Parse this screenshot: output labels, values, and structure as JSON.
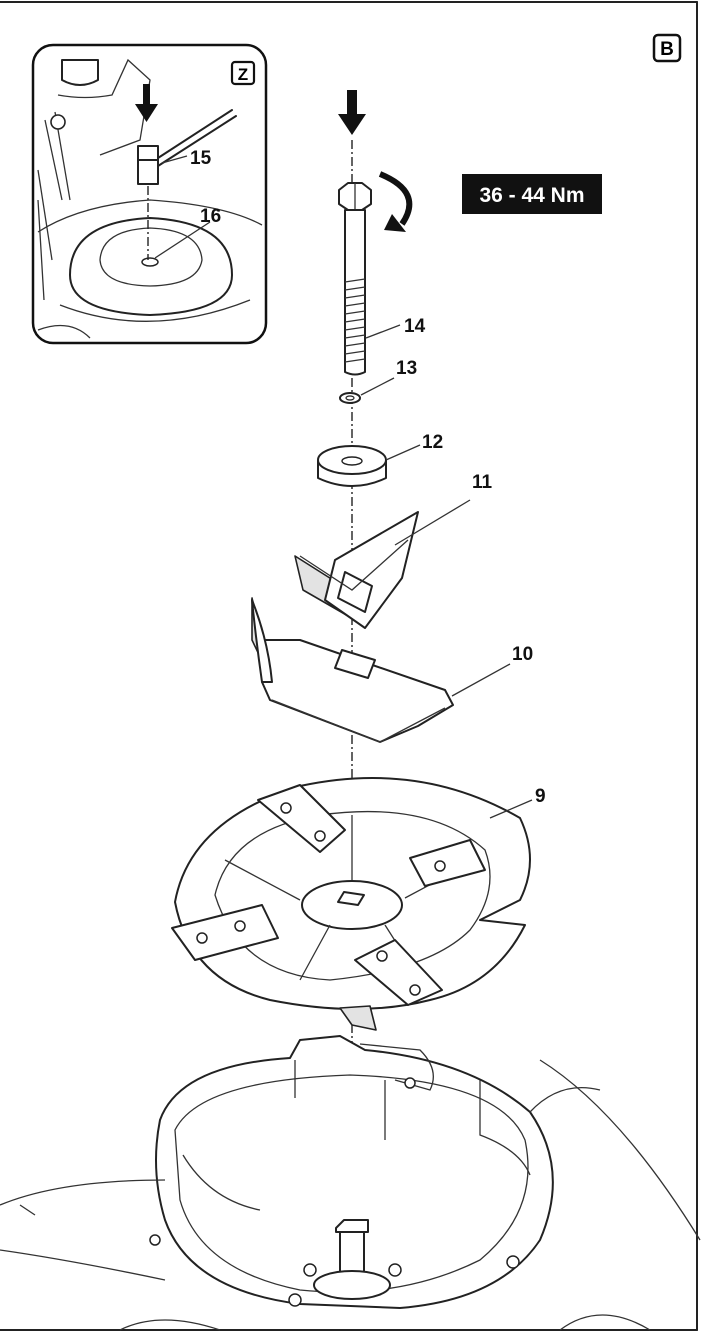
{
  "figure": {
    "panel_letter": "B",
    "inset_letter": "Z",
    "torque": "36 - 44 Nm",
    "callouts": [
      "9",
      "10",
      "11",
      "12",
      "13",
      "14",
      "15",
      "16"
    ]
  }
}
